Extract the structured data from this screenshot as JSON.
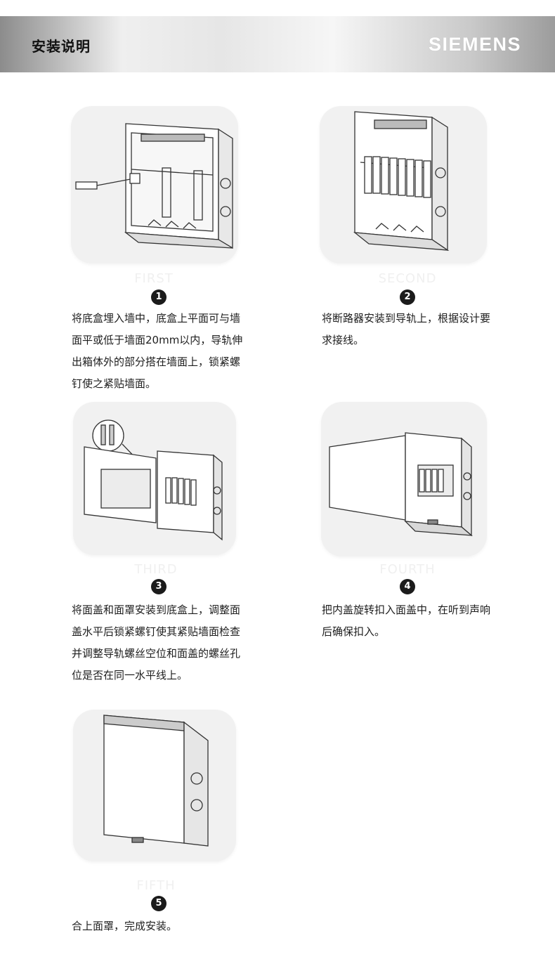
{
  "header": {
    "title": "安装说明",
    "brand": "SIEMENS"
  },
  "steps": [
    {
      "label": "FIRST",
      "number": "1",
      "text": "将底盒埋入墙中，底盒上平面可与墙面平或低于墙面20mm以内，导轨伸出箱体外的部分搭在墙面上，锁紧螺钉使之紧贴墙面。"
    },
    {
      "label": "SECOND",
      "number": "2",
      "text": "将断路器安装到导轨上，根据设计要求接线。"
    },
    {
      "label": "THIRD",
      "number": "3",
      "text": "将面盖和面罩安装到底盒上，调整面盖水平后锁紧螺钉使其紧贴墙面检查并调整导轨螺丝空位和面盖的螺丝孔位是否在同一水平线上。"
    },
    {
      "label": "FOURTH",
      "number": "4",
      "text": "把内盖旋转扣入面盖中，在听到声响后确保扣入。"
    },
    {
      "label": "FIFTH",
      "number": "5",
      "text": "合上面罩，完成安装。"
    }
  ],
  "icons": {
    "step1": "box-with-screwdriver-illustration",
    "step2": "box-with-breakers-illustration",
    "step3": "box-with-cover-and-detail-illustration",
    "step4": "box-with-open-door-illustration",
    "step5": "closed-box-illustration"
  }
}
